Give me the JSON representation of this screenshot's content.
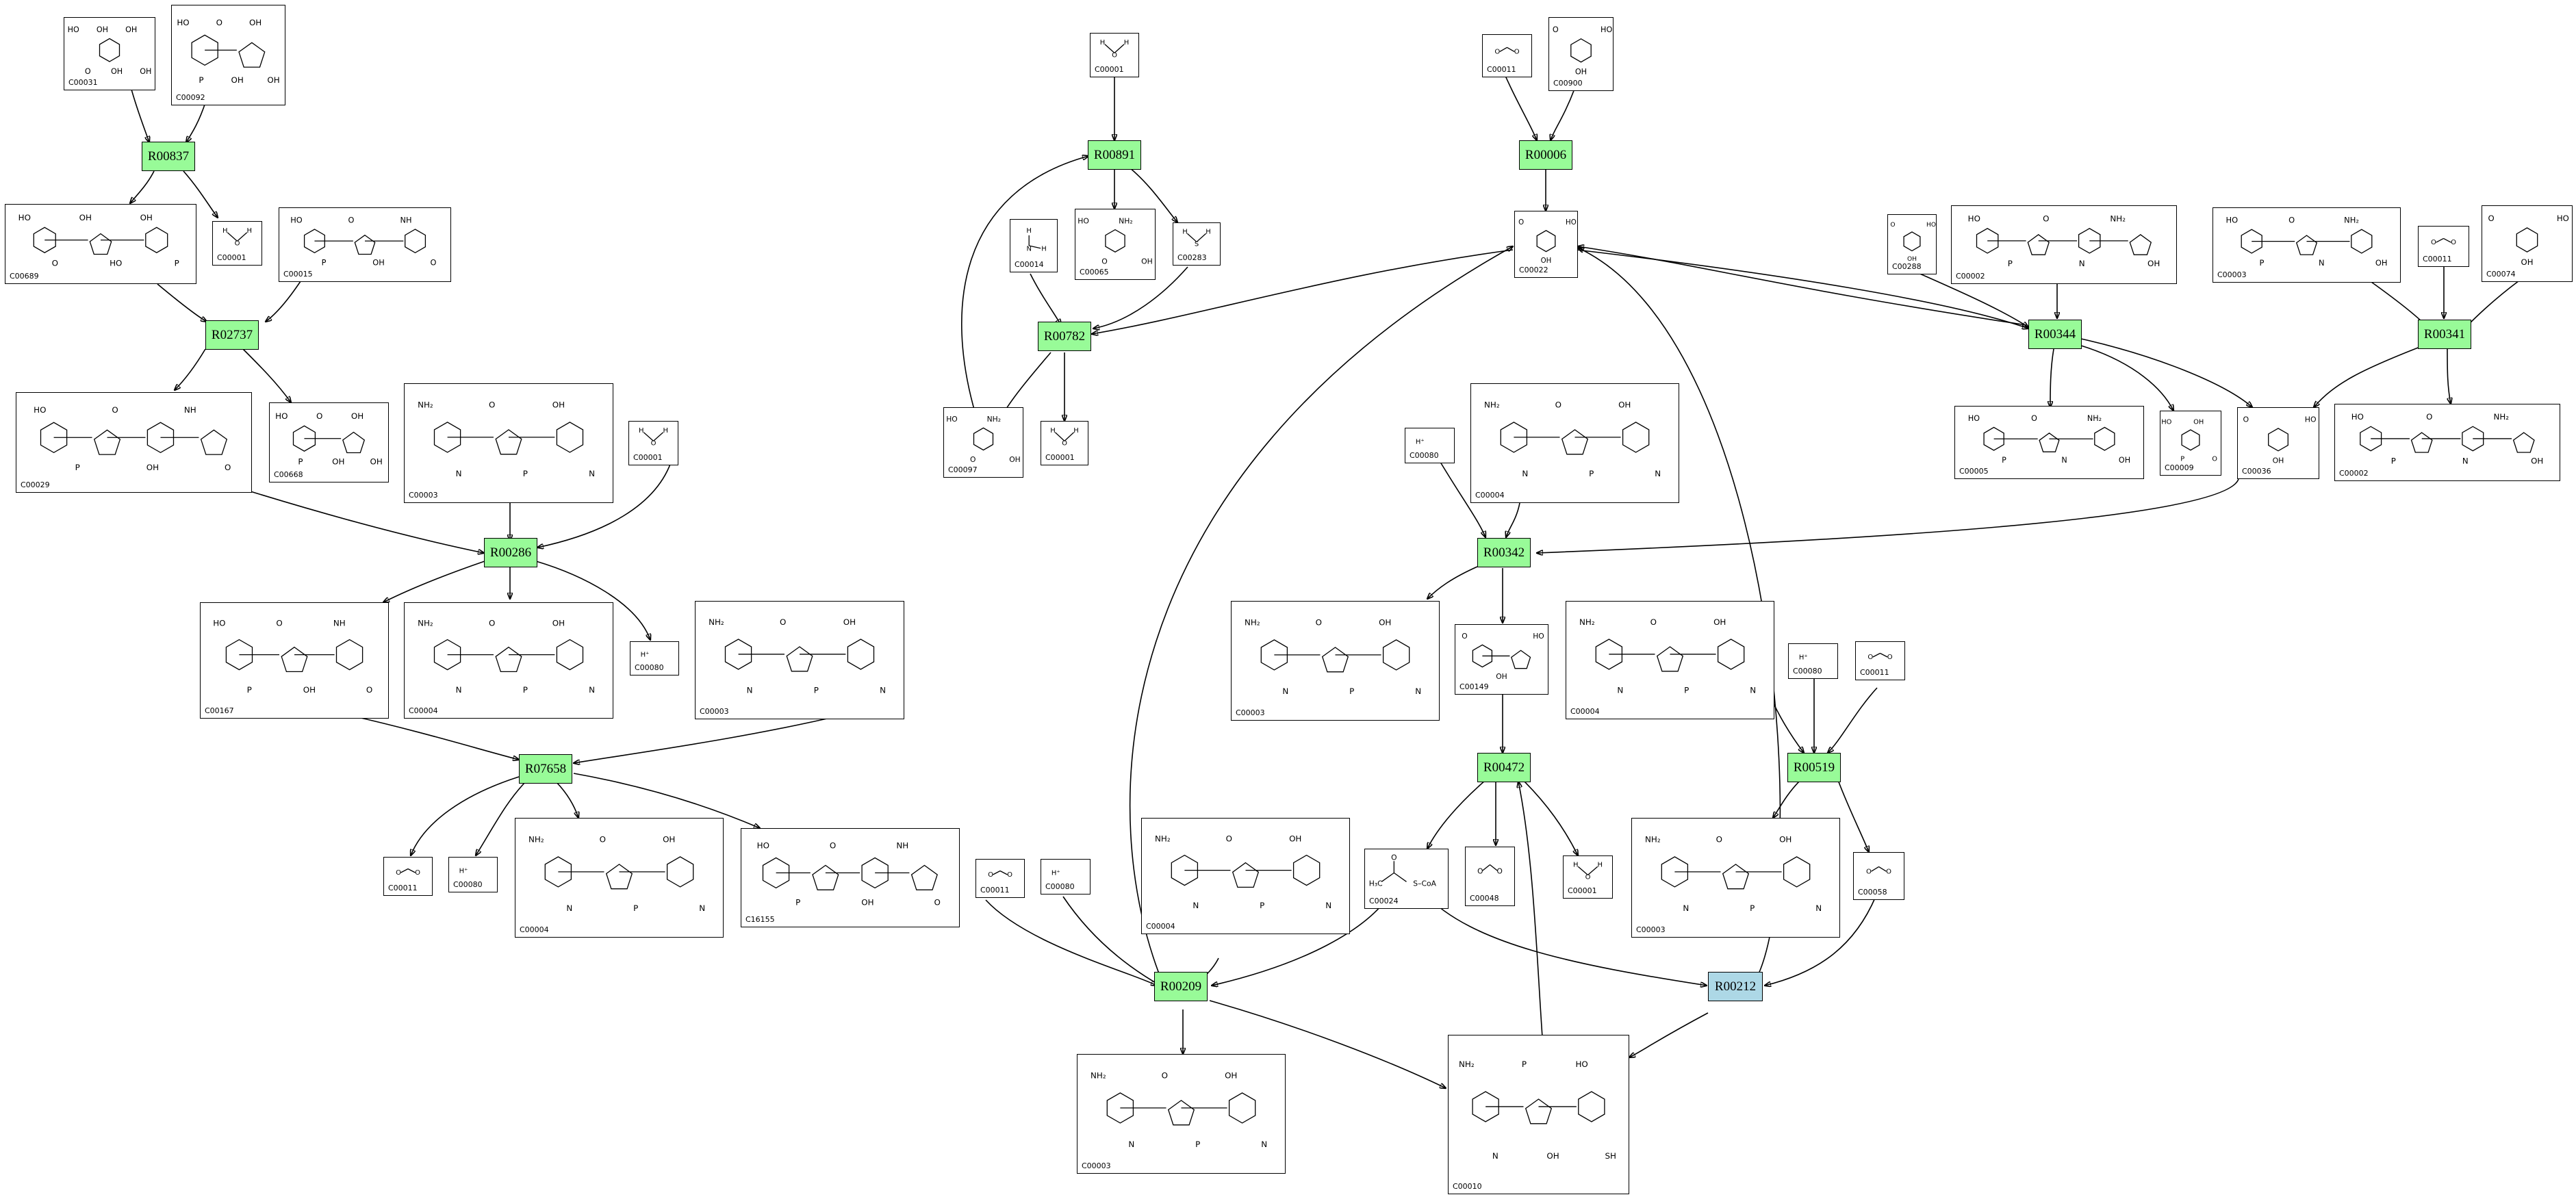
{
  "reactions": [
    {
      "id": "R00837",
      "label": "R00837",
      "color": "#98fb98"
    },
    {
      "id": "R02737",
      "label": "R02737",
      "color": "#98fb98"
    },
    {
      "id": "R00286",
      "label": "R00286",
      "color": "#98fb98"
    },
    {
      "id": "R07658",
      "label": "R07658",
      "color": "#98fb98"
    },
    {
      "id": "R00891",
      "label": "R00891",
      "color": "#98fb98"
    },
    {
      "id": "R00782",
      "label": "R00782",
      "color": "#98fb98"
    },
    {
      "id": "R00006",
      "label": "R00006",
      "color": "#98fb98"
    },
    {
      "id": "R00342",
      "label": "R00342",
      "color": "#98fb98"
    },
    {
      "id": "R00472",
      "label": "R00472",
      "color": "#98fb98"
    },
    {
      "id": "R00519",
      "label": "R00519",
      "color": "#98fb98"
    },
    {
      "id": "R00209",
      "label": "R00209",
      "color": "#98fb98"
    },
    {
      "id": "R00212",
      "label": "R00212",
      "color": "#add8e6"
    },
    {
      "id": "R00344",
      "label": "R00344",
      "color": "#98fb98"
    },
    {
      "id": "R00341",
      "label": "R00341",
      "color": "#98fb98"
    }
  ],
  "compounds": [
    {
      "key": "c00031_a",
      "label": "C00031",
      "kind": "sugar"
    },
    {
      "key": "c00092_a",
      "label": "C00092",
      "kind": "sugarp"
    },
    {
      "key": "c00689",
      "label": "C00689",
      "kind": "disaccharide"
    },
    {
      "key": "c00001_a",
      "label": "C00001",
      "kind": "water"
    },
    {
      "key": "c00015",
      "label": "C00015",
      "kind": "nucleotide"
    },
    {
      "key": "c00029",
      "label": "C00029",
      "kind": "nucleotide"
    },
    {
      "key": "c00668",
      "label": "C00668",
      "kind": "sugarp"
    },
    {
      "key": "c00003_a",
      "label": "C00003",
      "kind": "nad"
    },
    {
      "key": "c00001_b",
      "label": "C00001",
      "kind": "water"
    },
    {
      "key": "c00080_a",
      "label": "C00080",
      "kind": "proton"
    },
    {
      "key": "c00167",
      "label": "C00167",
      "kind": "nucleotide"
    },
    {
      "key": "c00004_a",
      "label": "C00004",
      "kind": "nad"
    },
    {
      "key": "c00003_b",
      "label": "C00003",
      "kind": "nad"
    },
    {
      "key": "c00011_a",
      "label": "C00011",
      "kind": "co2"
    },
    {
      "key": "c00080_b",
      "label": "C00080",
      "kind": "proton"
    },
    {
      "key": "c00004_b",
      "label": "C00004",
      "kind": "nad"
    },
    {
      "key": "c16155",
      "label": "C16155",
      "kind": "nucleotide"
    },
    {
      "key": "c00001_c",
      "label": "C00001",
      "kind": "water"
    },
    {
      "key": "c00065",
      "label": "C00065",
      "kind": "aminoacid"
    },
    {
      "key": "c00014",
      "label": "C00014",
      "kind": "ammonia"
    },
    {
      "key": "c00283",
      "label": "C00283",
      "kind": "h2s"
    },
    {
      "key": "c00097",
      "label": "C00097",
      "kind": "aminoacid"
    },
    {
      "key": "c00001_d",
      "label": "C00001",
      "kind": "water"
    },
    {
      "key": "c00011_b",
      "label": "C00011",
      "kind": "co2"
    },
    {
      "key": "c00900",
      "label": "C00900",
      "kind": "small"
    },
    {
      "key": "c00022",
      "label": "C00022",
      "kind": "small"
    },
    {
      "key": "c00080_c",
      "label": "C00080",
      "kind": "proton"
    },
    {
      "key": "c00004_c",
      "label": "C00004",
      "kind": "nad"
    },
    {
      "key": "c00003_c",
      "label": "C00003",
      "kind": "nad"
    },
    {
      "key": "c00149",
      "label": "C00149",
      "kind": "small"
    },
    {
      "key": "c00004_d",
      "label": "C00004",
      "kind": "nad"
    },
    {
      "key": "c00080_d",
      "label": "C00080",
      "kind": "proton"
    },
    {
      "key": "c00011_c",
      "label": "C00011",
      "kind": "co2"
    },
    {
      "key": "c00024",
      "label": "C00024",
      "kind": "acetylcoa"
    },
    {
      "key": "c00048",
      "label": "C00048",
      "kind": "co2"
    },
    {
      "key": "c00001_e",
      "label": "C00001",
      "kind": "water"
    },
    {
      "key": "c00003_d",
      "label": "C00003",
      "kind": "nad"
    },
    {
      "key": "c00058",
      "label": "C00058",
      "kind": "co2"
    },
    {
      "key": "c00011_d",
      "label": "C00011",
      "kind": "co2"
    },
    {
      "key": "c00080_e",
      "label": "C00080",
      "kind": "proton"
    },
    {
      "key": "c00004_e",
      "label": "C00004",
      "kind": "nad"
    },
    {
      "key": "c00003_e",
      "label": "C00003",
      "kind": "nad"
    },
    {
      "key": "c00010",
      "label": "C00010",
      "kind": "coa"
    },
    {
      "key": "c00288",
      "label": "C00288",
      "kind": "small"
    },
    {
      "key": "c00002_a",
      "label": "C00002",
      "kind": "atp"
    },
    {
      "key": "c00003_f",
      "label": "C00003",
      "kind": "atp"
    },
    {
      "key": "c00009",
      "label": "C00009",
      "kind": "phosphate"
    },
    {
      "key": "c00036",
      "label": "C00036",
      "kind": "small"
    },
    {
      "key": "c00005",
      "label": "C00005",
      "kind": "atp"
    },
    {
      "key": "c00011_e",
      "label": "C00011",
      "kind": "co2"
    },
    {
      "key": "c00074",
      "label": "C00074",
      "kind": "small"
    },
    {
      "key": "c00002_b",
      "label": "C00002",
      "kind": "atp"
    }
  ],
  "atoms": {
    "water": [
      "H",
      "O",
      "H"
    ],
    "proton": [
      "H⁺"
    ],
    "co2": [
      "O",
      "O"
    ],
    "ammonia": [
      "H",
      "N",
      "H",
      "H"
    ],
    "h2s": [
      "H",
      "S",
      "H"
    ],
    "sugar": [
      "HO",
      "O",
      "OH",
      "OH",
      "OH",
      "OH"
    ],
    "sugarp": [
      "HO",
      "P",
      "O",
      "OH",
      "OH",
      "OH"
    ],
    "disaccharide": [
      "HO",
      "O",
      "OH",
      "HO",
      "OH",
      "P"
    ],
    "nucleotide": [
      "HO",
      "P",
      "O",
      "OH",
      "NH",
      "O"
    ],
    "nad": [
      "NH₂",
      "N",
      "O",
      "P",
      "OH",
      "N"
    ],
    "aminoacid": [
      "HO",
      "O",
      "NH₂",
      "OH"
    ],
    "small": [
      "O",
      "OH",
      "HO"
    ],
    "acetylcoa": [
      "H₃C",
      "O",
      "S–CoA"
    ],
    "coa": [
      "NH₂",
      "N",
      "P",
      "OH",
      "HO",
      "SH"
    ],
    "atp": [
      "HO",
      "P",
      "O",
      "N",
      "NH₂",
      "OH"
    ],
    "phosphate": [
      "HO",
      "P",
      "OH",
      "O"
    ]
  }
}
